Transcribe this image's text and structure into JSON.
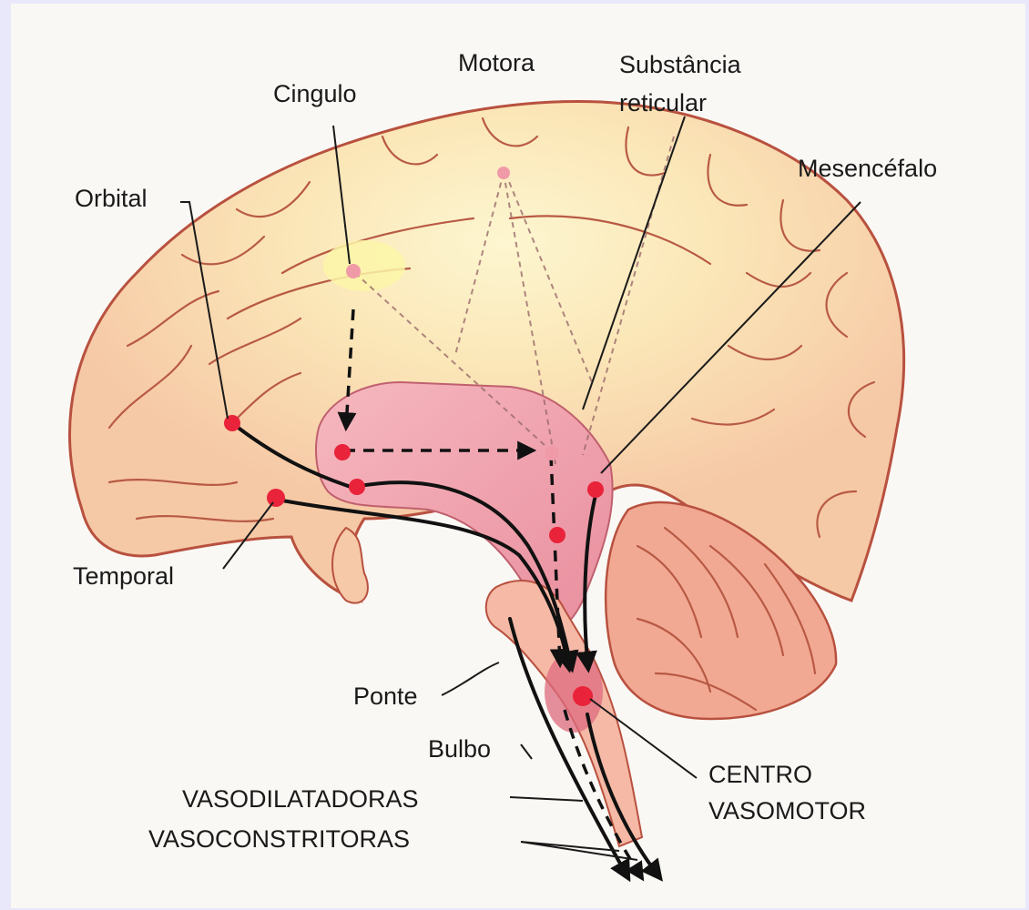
{
  "labels": {
    "cingulo": "Cingulo",
    "motora": "Motora",
    "substancia_line1": "Substância",
    "substancia_line2": "reticular",
    "orbital": "Orbital",
    "mesencefalo": "Mesencéfalo",
    "temporal": "Temporal",
    "ponte": "Ponte",
    "bulbo": "Bulbo",
    "vasodilatadoras": "VASODILATADORAS",
    "vasoconstritoras": "VASOCONSTRITORAS",
    "centro_line1": "CENTRO",
    "centro_line2": "VASOMOTOR"
  },
  "colors": {
    "cortex": "#f6c9a8",
    "cortex_outline": "#b8513f",
    "frontal_glow": "#fbf1c6",
    "limbic": "#efa1ad",
    "cerebellum": "#f2a994",
    "active_dot": "#e8233a",
    "background": "#e8e8fa"
  }
}
